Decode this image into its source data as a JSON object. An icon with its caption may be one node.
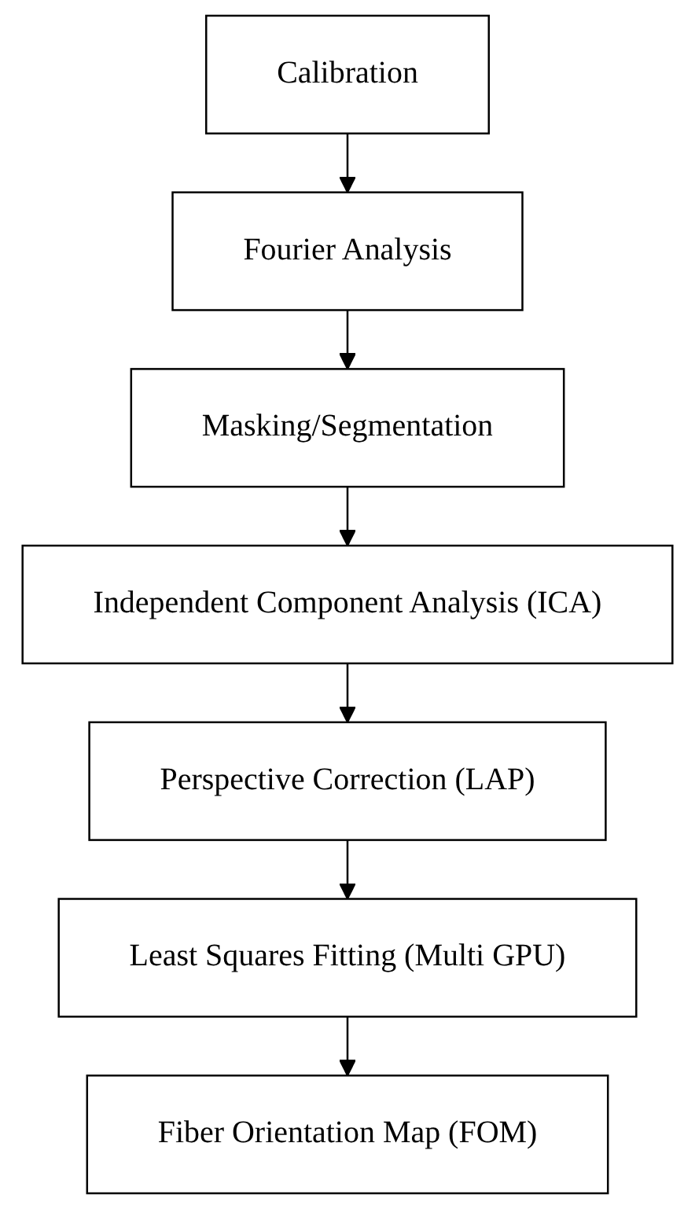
{
  "diagram": {
    "nodes": [
      {
        "text": [
          "Calibration"
        ]
      },
      {
        "text": [
          "Fourier Analysis"
        ]
      },
      {
        "text": [
          "Masking/Segmentation"
        ]
      },
      {
        "text": [
          "Independent Component Analysis (ICA)"
        ]
      },
      {
        "text": [
          "Perspective Correction (LAP)"
        ]
      },
      {
        "text": [
          "Least Squares Fitting (Multi GPU)"
        ]
      },
      {
        "text": [
          "Fiber Orientation Map (FOM)"
        ]
      }
    ],
    "edges": [
      {
        "from": 0,
        "to": 1,
        "arrow": "to"
      },
      {
        "from": 1,
        "to": 2,
        "arrow": "to"
      },
      {
        "from": 2,
        "to": 3,
        "arrow": "to"
      },
      {
        "from": 3,
        "to": 4,
        "arrow": "to"
      },
      {
        "from": 4,
        "to": 5,
        "arrow": "to"
      },
      {
        "from": 5,
        "to": 6,
        "arrow": "to"
      }
    ]
  }
}
